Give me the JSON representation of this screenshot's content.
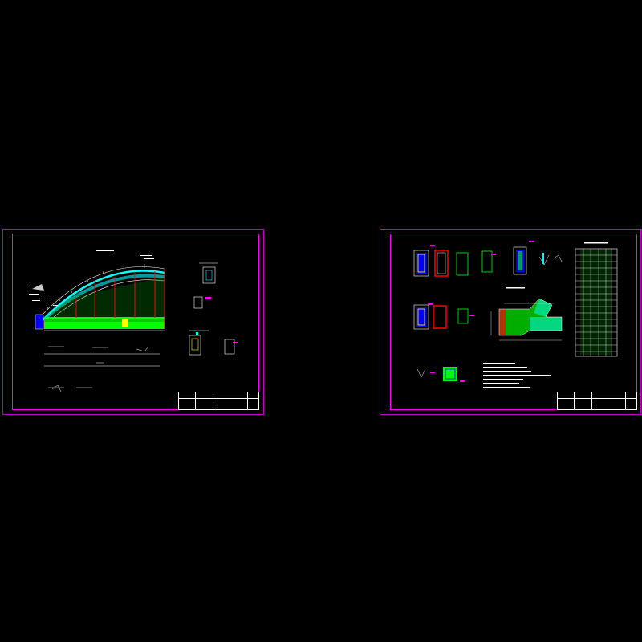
{
  "canvas": {
    "background": "#000000"
  },
  "colors": {
    "sheet_outer": "#c000c0",
    "sheet_inner": "#ff00ff",
    "rebar_green": "#00ff00",
    "rebar_cyan": "#00ffff",
    "red": "#ff0000",
    "yellow": "#ffff00",
    "blue": "#0000ff",
    "white": "#ffffff"
  },
  "sheets": [
    {
      "id": "left",
      "title_block": {
        "title": "",
        "sheet_no": ""
      },
      "drawings": [
        "arch-elevation",
        "arch-rib-section",
        "anchor-detail",
        "rebar-schedule-lines"
      ]
    },
    {
      "id": "right",
      "title_block": {
        "title": "",
        "sheet_no": ""
      },
      "drawings": [
        "section-details",
        "joint-detail",
        "notes",
        "quantity-table"
      ]
    }
  ]
}
